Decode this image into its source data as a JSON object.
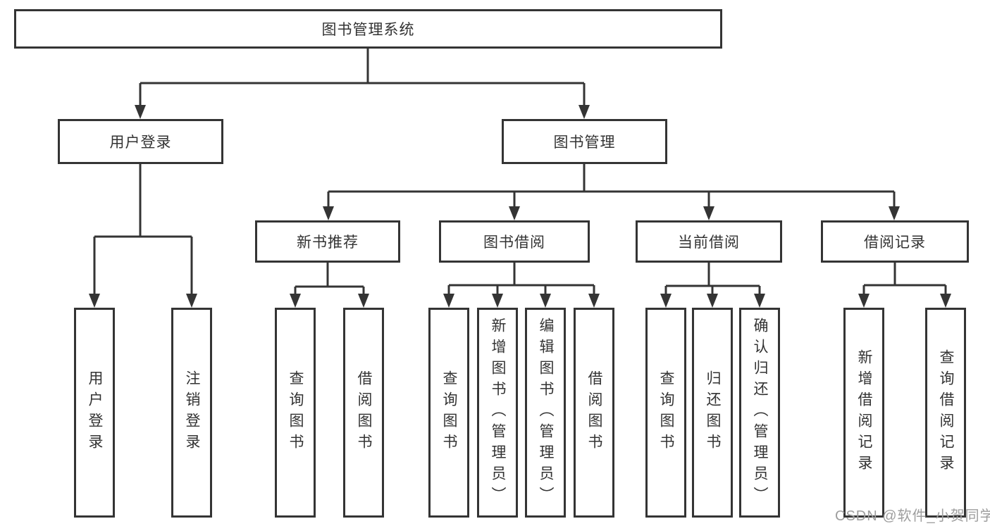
{
  "tree": {
    "root": "图书管理系统",
    "branches": [
      {
        "label": "用户登录",
        "children": [
          "用户登录",
          "注销登录"
        ]
      },
      {
        "label": "图书管理",
        "groups": [
          {
            "label": "新书推荐",
            "children": [
              "查询图书",
              "借阅图书"
            ]
          },
          {
            "label": "图书借阅",
            "children": [
              "查询图书",
              "新增图书（管理员）",
              "编辑图书（管理员）",
              "借阅图书"
            ]
          },
          {
            "label": "当前借阅",
            "children": [
              "查询图书",
              "归还图书",
              "确认归还（管理员）"
            ]
          },
          {
            "label": "借阅记录",
            "children": [
              "新增借阅记录",
              "查询借阅记录"
            ]
          }
        ]
      }
    ]
  },
  "colors": {
    "line": "#343434",
    "node_border": "#343434",
    "text": "#333333",
    "watermark": "#9e9e9e",
    "background": "#ffffff"
  },
  "watermark": {
    "text": "CSDN @软件_小贺同学"
  }
}
